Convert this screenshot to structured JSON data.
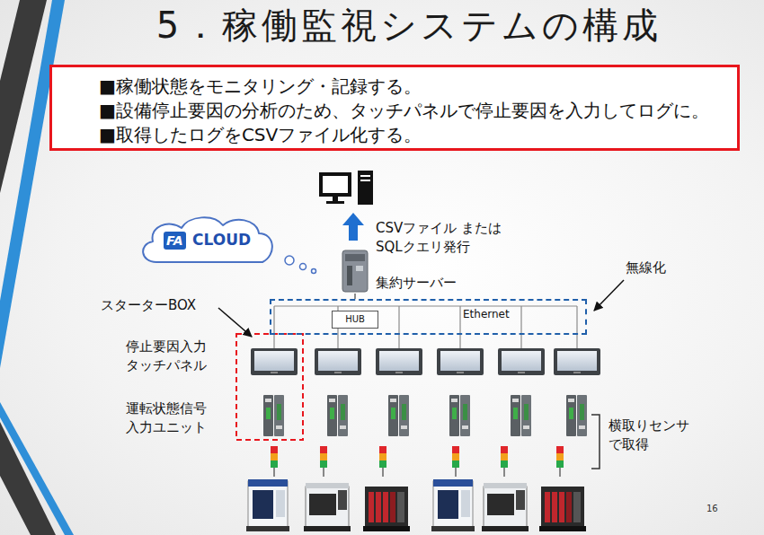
{
  "diagram": {
    "title": "5．稼働監視システムの構成",
    "nodes": [
      {
        "text": [
          "■稼働状態をモニタリング・記録する。",
          "■設備停止要因の分析のため、タッチパネルで停止要因を入力してログに。",
          "■取得したログをCSVファイル化する。"
        ]
      },
      {
        "text": [
          "FA",
          "CLOUD"
        ]
      },
      {
        "text": [
          "集約サーバー"
        ]
      },
      {
        "text": [
          "Ethernet"
        ]
      },
      {
        "text": [
          "HUB"
        ],
        "in": 3
      }
    ],
    "edges": [
      {
        "from": 2,
        "to": 3,
        "arrow": "none"
      }
    ],
    "labels": [
      "CSVファイル または SQLクエリ発行",
      "無線化",
      "スターターBOX",
      "停止要因入力 タッチパネル",
      "運転状態信号 入力ユニット",
      "横取りセンサ で取得",
      "16"
    ]
  }
}
